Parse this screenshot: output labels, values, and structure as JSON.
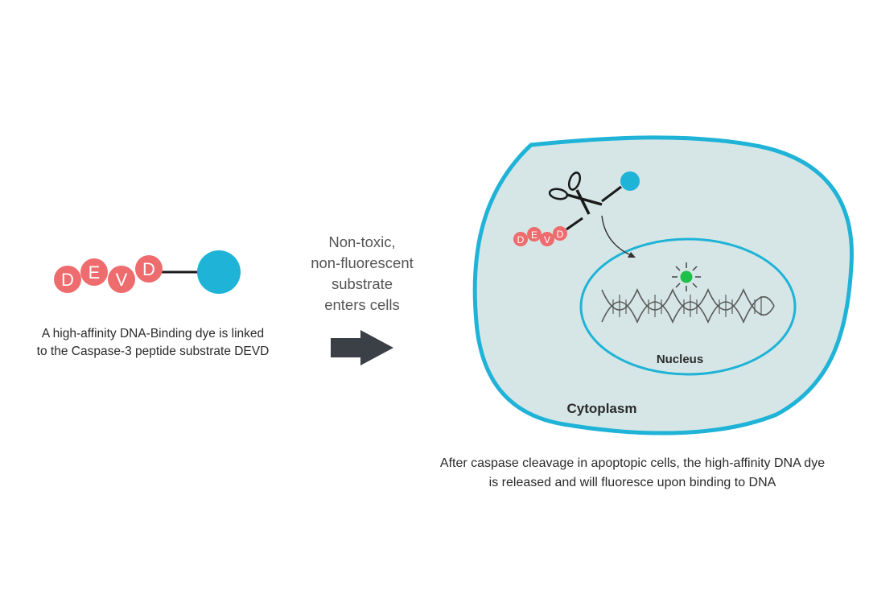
{
  "substrate": {
    "letters": [
      "D",
      "E",
      "V",
      "D"
    ],
    "caption_lines": [
      "A high-affinity DNA-Binding dye is linked",
      "to the Caspase-3 peptide substrate DEVD"
    ]
  },
  "middle": {
    "lines": [
      "Non-toxic,",
      "non-fluorescent",
      "substrate",
      "enters cells"
    ]
  },
  "cell": {
    "nucleus_label": "Nucleus",
    "cytoplasm_label": "Cytoplasm",
    "fragment_letters": [
      "D",
      "E",
      "V",
      "D"
    ]
  },
  "bottom": {
    "caption_lines": [
      "After caspase cleavage in apoptopic cells, the high-affinity DNA dye",
      "is released and will fluoresce upon binding to DNA"
    ]
  },
  "colors": {
    "peptide": "#ee6b6e",
    "dye": "#1fb3d8",
    "cell_fill": "#d6e6e6",
    "cell_stroke": "#1fb3d8",
    "arrow": "#3b4046",
    "fluorescence": "#1fbf4a"
  },
  "icons": {
    "scissors": "scissors-icon",
    "arrow": "right-arrow-icon",
    "dna": "dna-helix-icon"
  }
}
